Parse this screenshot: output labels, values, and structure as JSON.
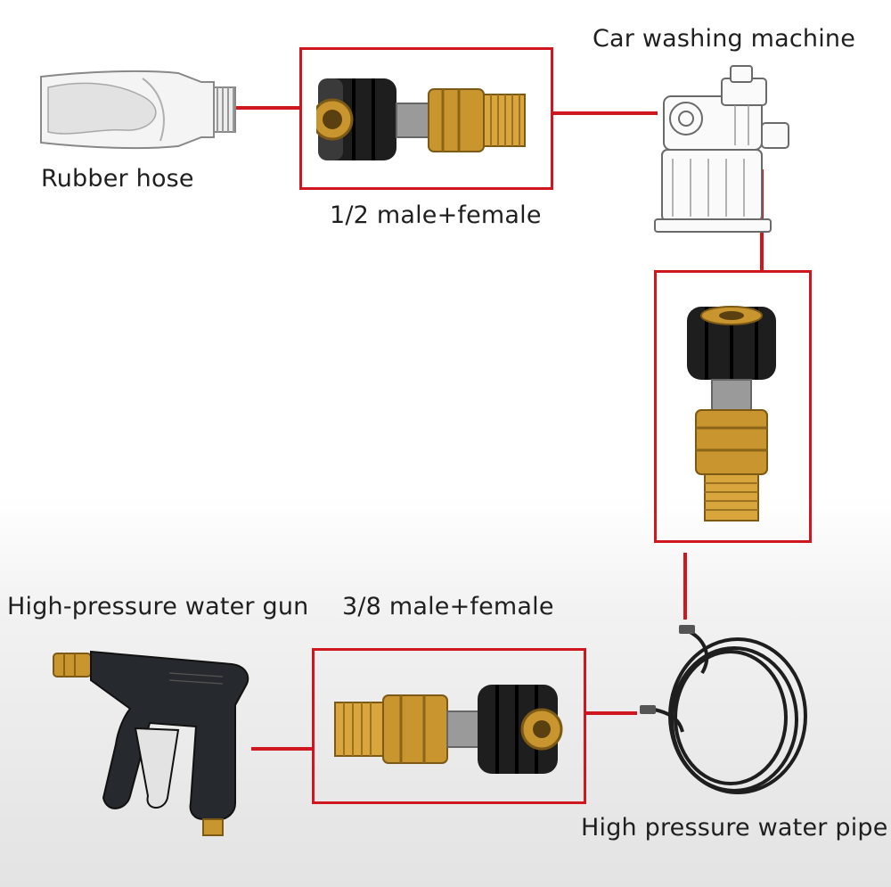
{
  "labels": {
    "rubber_hose": "Rubber hose",
    "car_washing_machine": "Car washing machine",
    "half_inch_adapter": "1/2 male+female",
    "water_gun": "High-pressure water gun",
    "three_eighths_adapter": "3/8 male+female",
    "water_pipe": "High pressure water pipe"
  },
  "colors": {
    "connector_red": "#d0161e",
    "brass": "#c9952e",
    "cap_black": "#1e1e1e",
    "label_text": "#1f1f1f"
  },
  "icons": {
    "hose": "rubber-hose-icon",
    "machine": "pressure-washer-pump-icon",
    "adapter": "brass-quick-connect-adapter-icon",
    "gun": "spray-gun-icon",
    "pipe": "coiled-pipe-icon"
  }
}
